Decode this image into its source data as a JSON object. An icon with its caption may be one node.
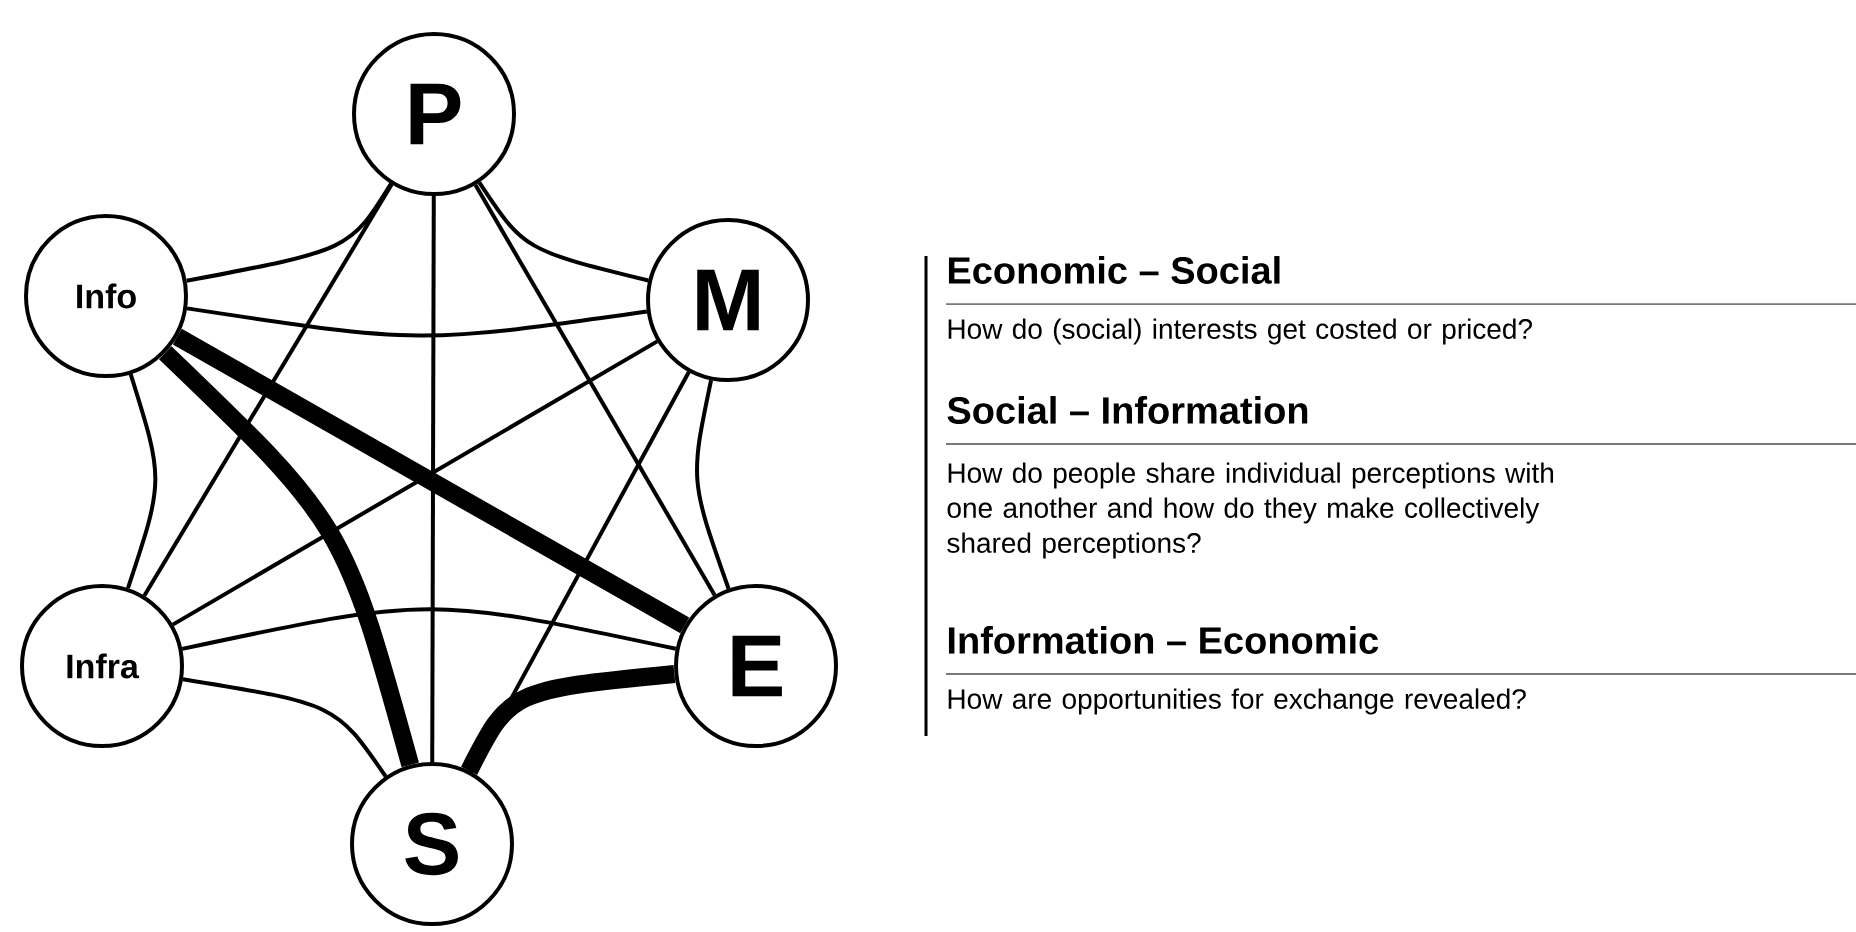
{
  "diagram": {
    "nodes": [
      {
        "text": [
          "P"
        ]
      },
      {
        "text": [
          "Info"
        ]
      },
      {
        "text": [
          "M"
        ]
      },
      {
        "text": [
          "Infra"
        ]
      },
      {
        "text": [
          "E"
        ]
      },
      {
        "text": [
          "S"
        ]
      }
    ],
    "edges": [
      {
        "from": 0,
        "to": 1,
        "arrow": "none"
      },
      {
        "from": 0,
        "to": 2,
        "arrow": "none"
      },
      {
        "from": 0,
        "to": 3,
        "arrow": "none"
      },
      {
        "from": 0,
        "to": 4,
        "arrow": "none"
      },
      {
        "from": 0,
        "to": 5,
        "arrow": "none"
      },
      {
        "from": 1,
        "to": 2,
        "arrow": "none"
      },
      {
        "from": 1,
        "to": 4,
        "arrow": "none",
        "style": "thick"
      },
      {
        "from": 1,
        "to": 5,
        "arrow": "none",
        "style": "thick"
      },
      {
        "from": 1,
        "to": 3,
        "arrow": "none"
      },
      {
        "from": 2,
        "to": 3,
        "arrow": "none"
      },
      {
        "from": 2,
        "to": 5,
        "arrow": "none"
      },
      {
        "from": 2,
        "to": 4,
        "arrow": "none"
      },
      {
        "from": 3,
        "to": 4,
        "arrow": "none"
      },
      {
        "from": 3,
        "to": 5,
        "arrow": "none"
      },
      {
        "from": 5,
        "to": 4,
        "arrow": "none",
        "style": "thick"
      }
    ],
    "labels": [
      "Economic – Social",
      "How do (social) interests get costed or priced?",
      "Social – Information",
      "How do people share individual perceptions with one another and how do they make collectively shared perceptions?",
      "Information – Economic",
      "How are opportunities for exchange revealed?"
    ]
  }
}
